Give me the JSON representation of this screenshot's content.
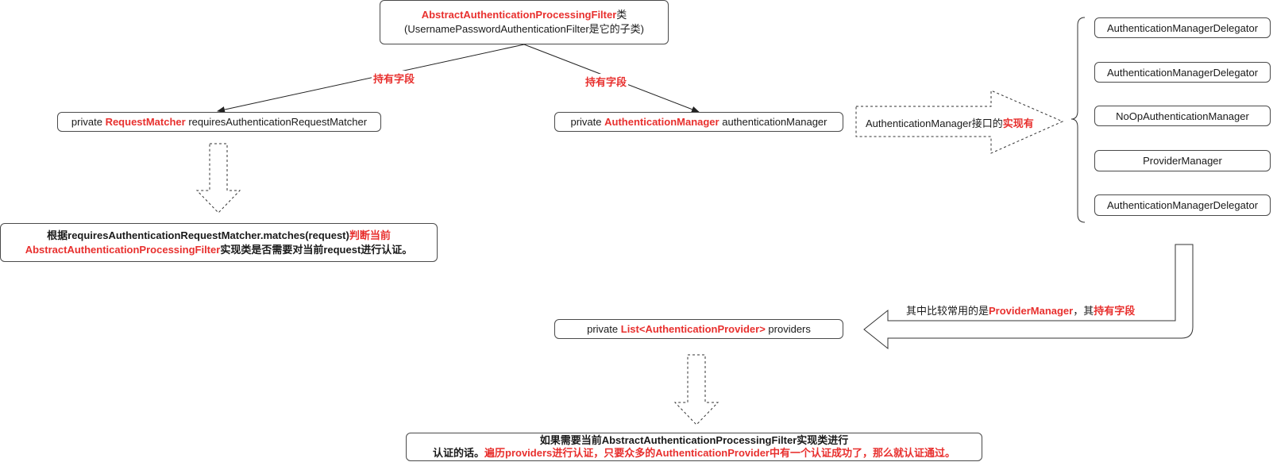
{
  "top_box": {
    "title_red": "AbstractAuthenticationProcessingFilter",
    "title_suffix": "类",
    "subtitle": "(UsernamePasswordAuthenticationFilter是它的子类)"
  },
  "edge_labels": {
    "left": "持有字段",
    "right": "持有字段"
  },
  "left_field": {
    "prefix": "private ",
    "type_red": "RequestMatcher",
    "suffix": " requiresAuthenticationRequestMatcher"
  },
  "left_result": {
    "line1_bold": "根据requiresAuthenticationRequestMatcher.matches(request)",
    "line1_red": "判断当前",
    "line2_red": "AbstractAuthenticationProcessingFilter",
    "line2_suffix": "实现类是否需要对当前request进行认证。"
  },
  "right_field": {
    "prefix": "private ",
    "type_red": "AuthenticationManager",
    "suffix": " authenticationManager"
  },
  "impl_arrow": {
    "text": "AuthenticationManager接口的",
    "text_red": "实现有"
  },
  "implementations": [
    "AuthenticationManagerDelegator",
    "AuthenticationManagerDelegator",
    "NoOpAuthenticationManager",
    "ProviderManager",
    "AuthenticationManagerDelegator"
  ],
  "provider_label": {
    "text1": "其中比较常用的是",
    "red1": "ProviderManager",
    "text2": "，其",
    "red2": "持有字段"
  },
  "providers_field": {
    "prefix": "private ",
    "type_red": "List<AuthenticationProvider>",
    "suffix": " providers"
  },
  "bottom_box": {
    "line1": "如果需要当前AbstractAuthenticationProcessingFilter实现类进行",
    "line2_bold": "认证的话。",
    "line2_red": "遍历providers进行认证，只要众多的AuthenticationProvider中有一个认证成功了，那么就认证通过。"
  },
  "colors": {
    "accent_red": "#e8302e",
    "border": "#4a4a4a"
  }
}
